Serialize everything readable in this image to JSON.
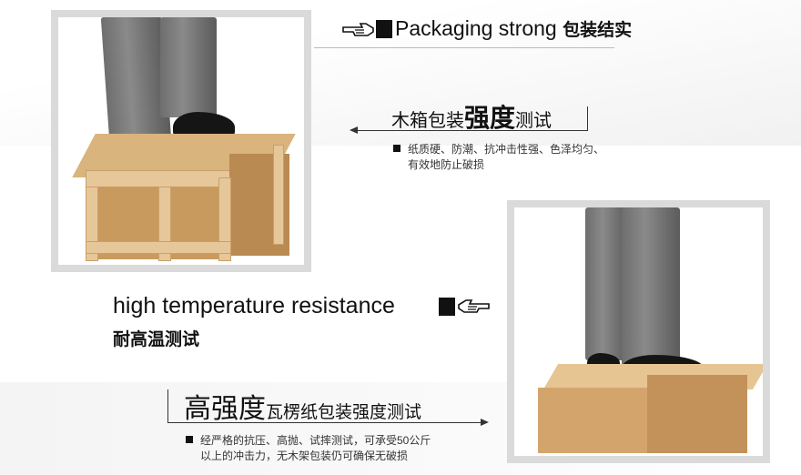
{
  "header": {
    "title_en": "Packaging strong",
    "title_cn": "包装结实"
  },
  "wood_test": {
    "title_prefix": "木箱包装",
    "title_big": "强度",
    "title_suffix": "测试",
    "note_line1": "纸质硬、防潮、抗冲击性强、色泽均匀、",
    "note_line2": "有效地防止破损"
  },
  "heat_test": {
    "title_en": "high temperature resistance",
    "title_cn": "耐高温测试"
  },
  "carton_test": {
    "title_big": "高强度",
    "title_suffix": "瓦楞纸包装强度测试",
    "note_line1": "经严格的抗压、高抛、试摔测试，可承受50公斤",
    "note_line2": "以上的冲击力，无木架包装仍可确保无破损"
  },
  "colors": {
    "text": "#111111",
    "frame": "#dadada",
    "crate": "#d9b47d",
    "carton": "#d3a56d"
  },
  "icons": [
    "pointing-hand-right-icon",
    "pointing-hand-left-icon",
    "bullet-square-icon"
  ]
}
